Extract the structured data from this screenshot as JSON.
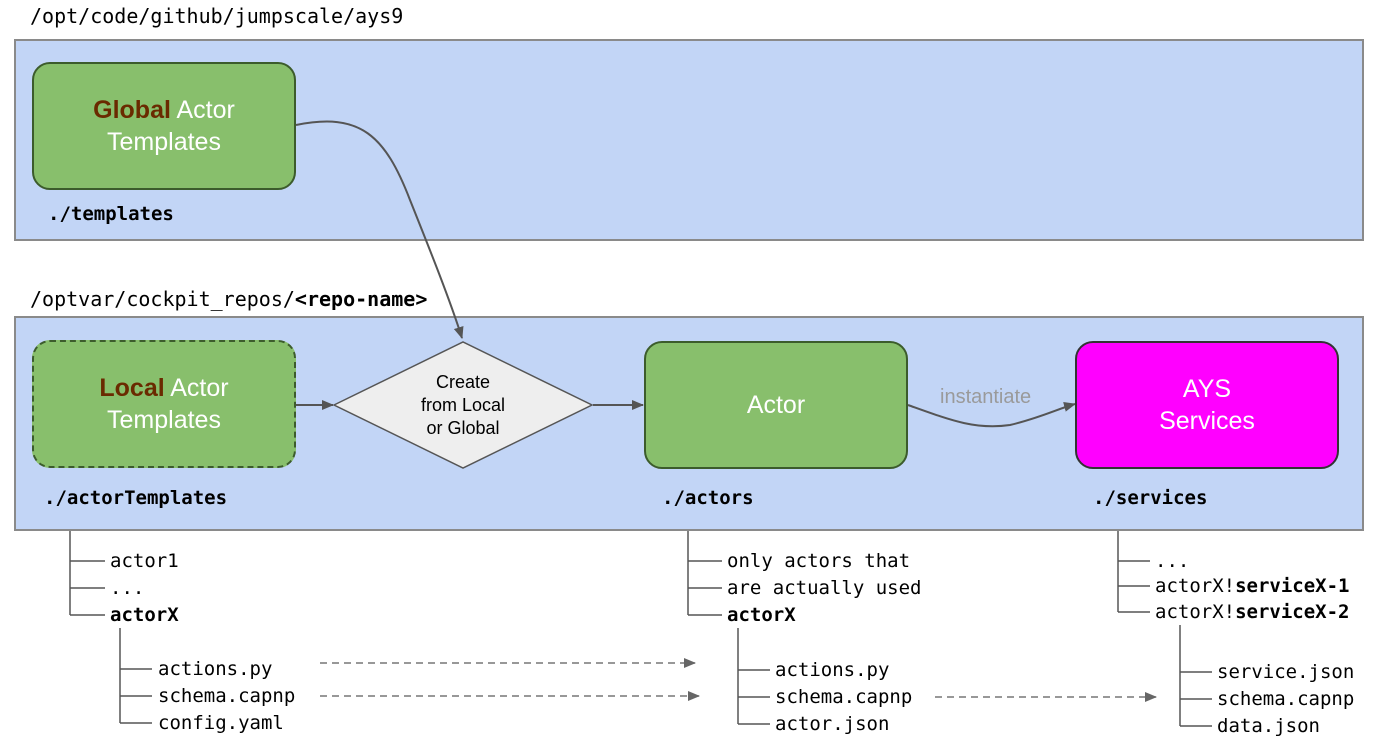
{
  "top_path": "/opt/code/github/jumpscale/ays9",
  "bottom_path_prefix": "/optvar/cockpit_repos/",
  "bottom_path_bold": "<repo-name>",
  "global_node": {
    "highlight": "Global",
    "rest": " Actor",
    "line2": "Templates"
  },
  "global_dir": "./templates",
  "local_node": {
    "highlight": "Local",
    "rest": " Actor",
    "line2": "Templates"
  },
  "local_dir": "./actorTemplates",
  "decision": {
    "line1": "Create",
    "line2": "from Local",
    "line3": "or Global"
  },
  "actor_node": "Actor",
  "actor_dir": "./actors",
  "edge_instantiate": "instantiate",
  "services_node": {
    "line1": "AYS",
    "line2": "Services"
  },
  "services_dir": "./services",
  "templates_tree": [
    "actor1",
    "...",
    "actorX"
  ],
  "templates_files": [
    "actions.py",
    "schema.capnp",
    "config.yaml"
  ],
  "actors_tree": [
    "only actors that",
    "are actually used",
    "actorX"
  ],
  "actors_files": [
    "actions.py",
    "schema.capnp",
    "actor.json"
  ],
  "services_tree": [
    {
      "plain": "...",
      "bold": ""
    },
    {
      "plain": "actorX!",
      "bold": "serviceX-1"
    },
    {
      "plain": "actorX!",
      "bold": "serviceX-2"
    }
  ],
  "services_files": [
    "service.json",
    "schema.capnp",
    "data.json"
  ],
  "colors": {
    "panel": "#c2d5f6",
    "node_green": "#88bf6c",
    "node_magenta": "#ff00ff",
    "highlight": "#6a2a00"
  }
}
